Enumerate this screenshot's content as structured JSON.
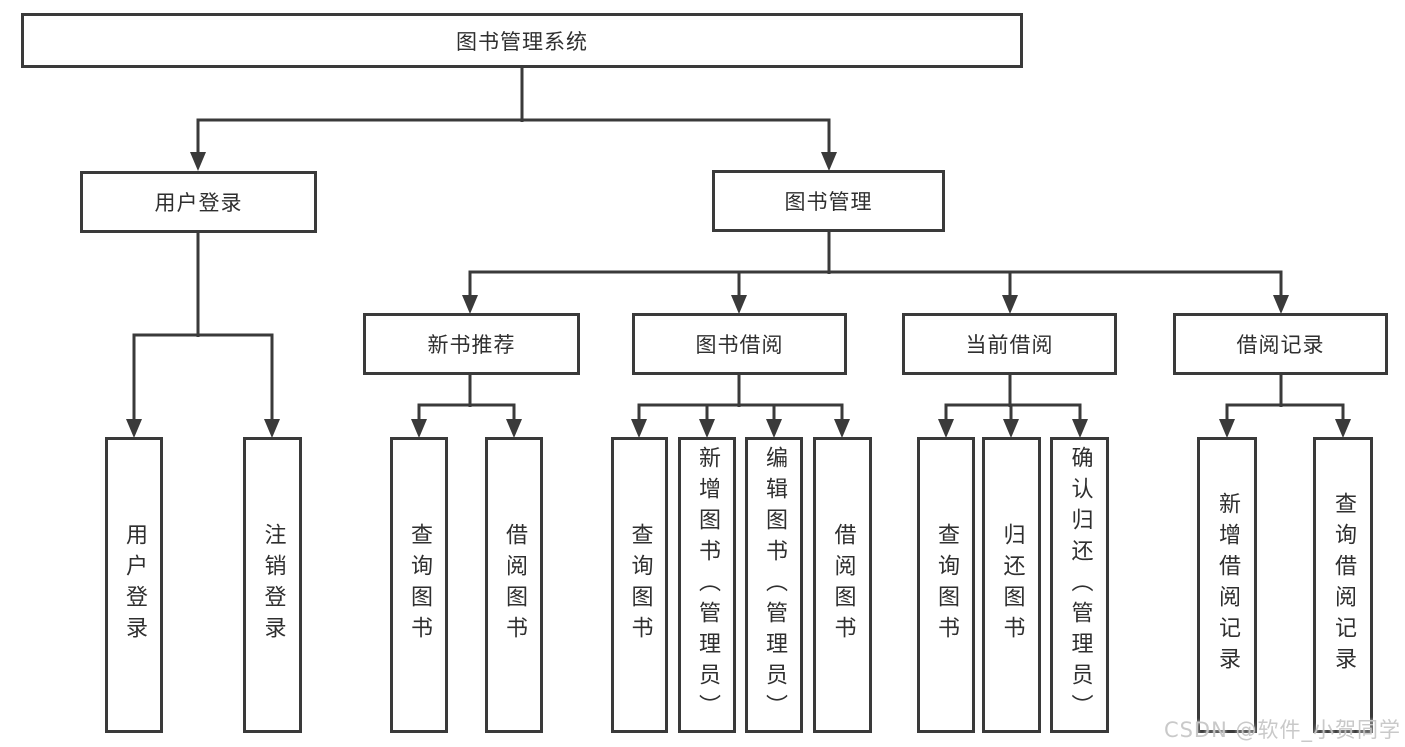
{
  "tree": {
    "root": "图书管理系统",
    "branches": [
      {
        "label": "用户登录",
        "leaves": [
          "用户登录",
          "注销登录"
        ]
      },
      {
        "label": "图书管理",
        "groups": [
          {
            "label": "新书推荐",
            "leaves": [
              "查询图书",
              "借阅图书"
            ]
          },
          {
            "label": "图书借阅",
            "leaves": [
              "查询图书",
              "新增图书（管理员）",
              "编辑图书（管理员）",
              "借阅图书"
            ]
          },
          {
            "label": "当前借阅",
            "leaves": [
              "查询图书",
              "归还图书",
              "确认归还（管理员）"
            ]
          },
          {
            "label": "借阅记录",
            "leaves": [
              "新增借阅记录",
              "查询借阅记录"
            ]
          }
        ]
      }
    ]
  },
  "watermark": "CSDN @软件_小贺同学",
  "colors": {
    "line": "#3a3a3a",
    "text": "#2f2f2f",
    "background": "#ffffff",
    "watermark": "#c6c6c6"
  }
}
